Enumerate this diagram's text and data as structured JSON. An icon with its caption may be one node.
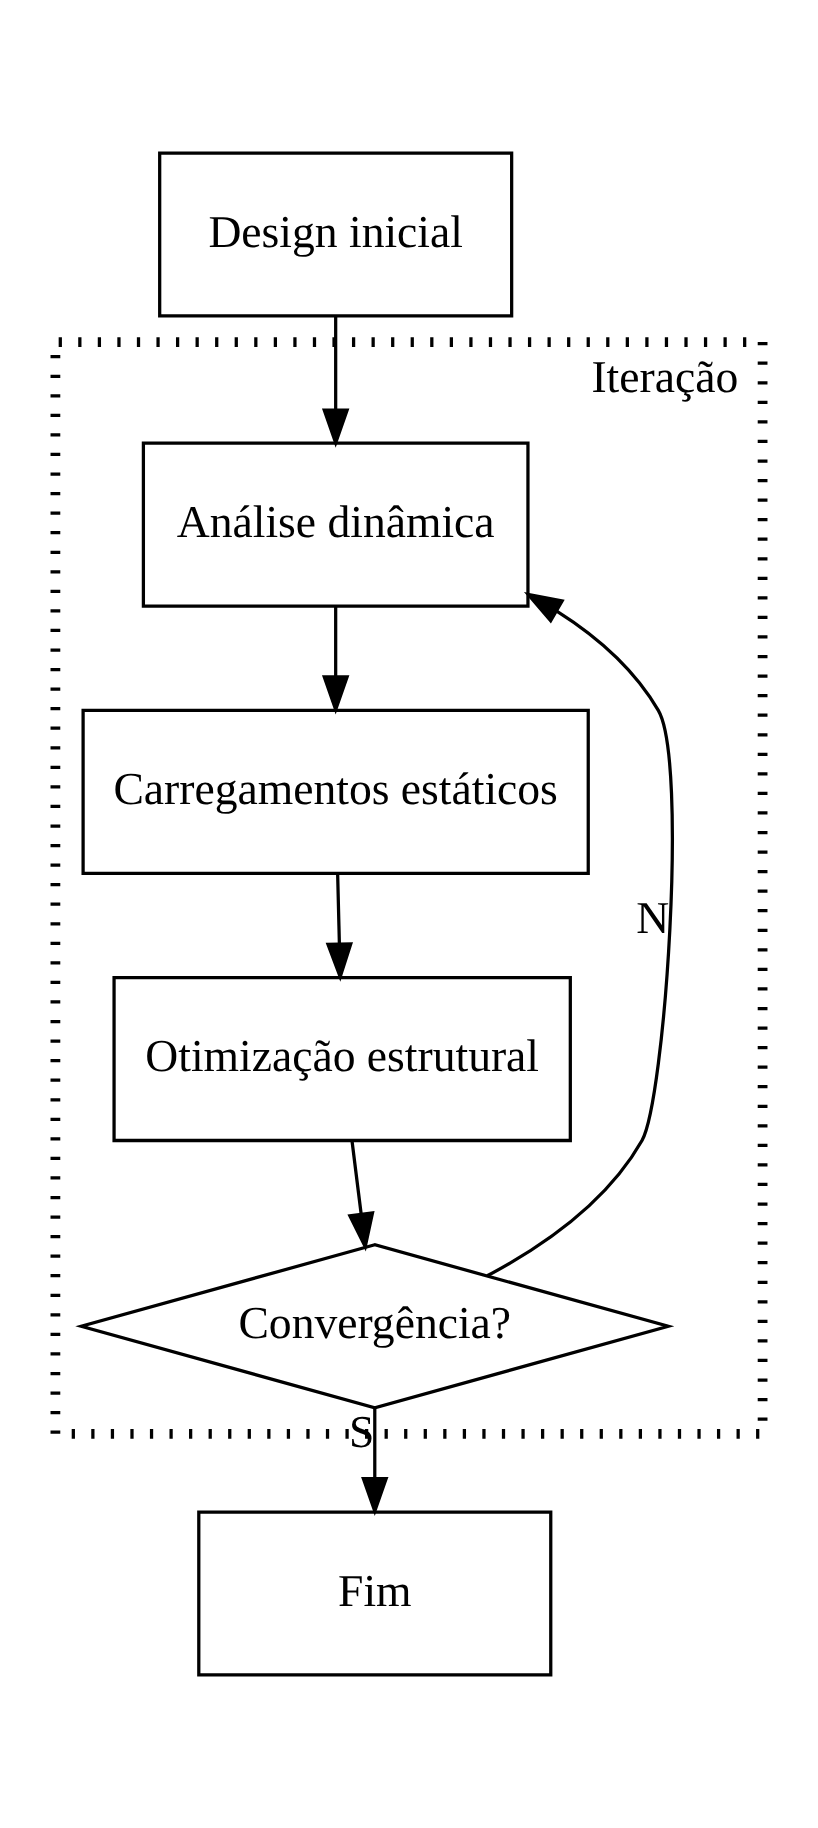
{
  "diagram": {
    "nodes": [
      {
        "text": [
          "Design inicial"
        ]
      },
      {
        "text": [
          "Iteração"
        ]
      },
      {
        "text": [
          "Análise dinâmica"
        ],
        "in": 1
      },
      {
        "text": [
          "Carregamentos estáticos"
        ],
        "in": 1
      },
      {
        "text": [
          "Otimização estrutural"
        ],
        "in": 1
      },
      {
        "text": [
          "Convergência?"
        ],
        "in": 1
      },
      {
        "text": [
          "Fim"
        ]
      }
    ],
    "edges": [
      {
        "from": 0,
        "to": 2,
        "arrow": "to"
      },
      {
        "from": 2,
        "to": 3,
        "arrow": "to"
      },
      {
        "from": 3,
        "to": 4,
        "arrow": "to"
      },
      {
        "from": 4,
        "to": 5,
        "arrow": "to"
      },
      {
        "from": 5,
        "to": 2,
        "arrow": "to",
        "label": "N"
      },
      {
        "from": 5,
        "to": 6,
        "arrow": "to",
        "label": "S"
      }
    ]
  }
}
